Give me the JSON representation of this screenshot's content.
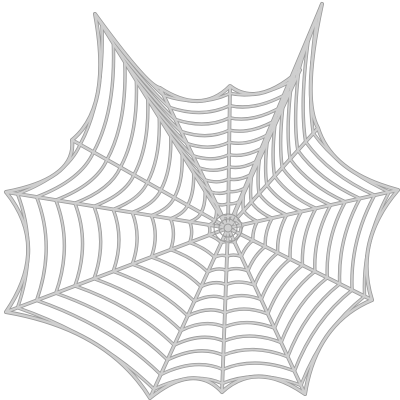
{
  "image": {
    "subject": "spider-web",
    "background_color": "#ffffff",
    "strand_color": "#cfcfcf",
    "strand_outline_color": "#9a9a9a",
    "radial_strand_count": 14,
    "spiral_ring_count": 11
  }
}
